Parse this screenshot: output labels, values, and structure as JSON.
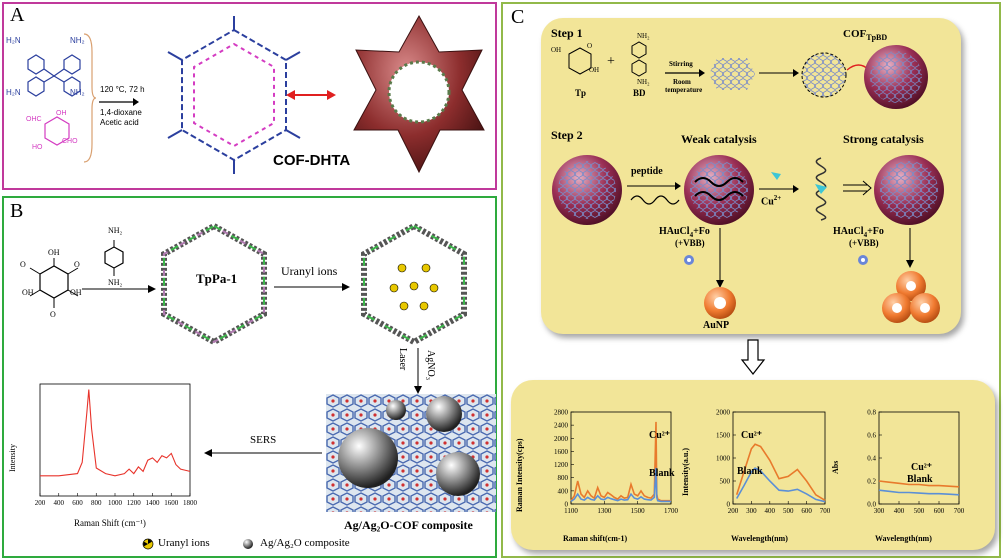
{
  "panel_a": {
    "label": "A",
    "conditions": [
      "120 °C, 72 h",
      "1,4-dioxane",
      "Acetic acid"
    ],
    "product": "COF-DHTA",
    "amine_label": "H₂N",
    "nh2": "NH₂",
    "aldehyde_oh": "HO",
    "aldehyde_cho": "OHC",
    "aldehyde_cho2": "CHO",
    "aldehyde_oh2": "OH"
  },
  "panel_b": {
    "label": "B",
    "tp_labels": [
      "OH",
      "OH",
      "OH",
      "O",
      "O",
      "O"
    ],
    "pa_labels": [
      "NH₂",
      "NH₂"
    ],
    "cof_name": "TpPa-1",
    "uranyl_step": "Uranyl ions",
    "agno3": "AgNO₃",
    "laser": "Laser",
    "sers": "SERS",
    "composite_name": "Ag/Ag₂O-COF composite",
    "legend_uranyl": "Uranyl ions",
    "legend_ag": "Ag/Ag₂O composite",
    "chart_data": {
      "type": "line",
      "xlabel": "Raman Shift  (cm⁻¹)",
      "ylabel": "Intensity",
      "x_ticks": [
        "200",
        "400",
        "600",
        "800",
        "1000",
        "1200",
        "1400",
        "1600",
        "1800"
      ],
      "xlim": [
        200,
        1800
      ],
      "series": [
        {
          "x": [
            200,
            400,
            600,
            650,
            700,
            720,
            750,
            800,
            900,
            1000,
            1100,
            1150,
            1200,
            1250,
            1300,
            1350,
            1400,
            1450,
            1500,
            1550,
            1600,
            1650,
            1700,
            1800
          ],
          "y": [
            0.18,
            0.18,
            0.2,
            0.3,
            0.75,
            0.95,
            0.6,
            0.25,
            0.2,
            0.18,
            0.2,
            0.24,
            0.2,
            0.26,
            0.22,
            0.32,
            0.34,
            0.3,
            0.36,
            0.34,
            0.38,
            0.28,
            0.24,
            0.22
          ]
        }
      ],
      "color": "#e8332b"
    }
  },
  "panel_c": {
    "label": "C",
    "step1": "Step 1",
    "step2": "Step 2",
    "tp": "Tp",
    "bd": "BD",
    "plus": "+",
    "stirring": "Stirring",
    "room": "Room",
    "temperature": "temperature",
    "cof_tpbd": "COF",
    "cof_sub": "TpBD",
    "weak": "Weak catalysis",
    "strong": "Strong catalysis",
    "peptide": "peptide",
    "cu": "Cu",
    "cu_sup": "2+",
    "haucl4": "HAuCl",
    "haucl4_rest": "+Fo",
    "four": "4",
    "vbb": "(+VBB)",
    "aunp": "AuNP",
    "oh": "OH",
    "o": "O",
    "nh2": "NH₂",
    "charts": [
      {
        "type": "line",
        "ylabel": "Raman Intensity(cps)",
        "xlabel": "Raman shift(cm-1)",
        "y_ticks": [
          "0",
          "400",
          "800",
          "1200",
          "1600",
          "2000",
          "2400",
          "2800"
        ],
        "x_ticks": [
          "1100",
          "1300",
          "1500",
          "1700"
        ],
        "ylim": [
          0,
          2800
        ],
        "xlim": [
          1100,
          1700
        ],
        "labels": [
          "Cu²⁺",
          "Blank"
        ],
        "series": [
          {
            "name": "Cu²⁺",
            "color": "#e87a2c",
            "x": [
              1100,
              1120,
              1140,
              1160,
              1180,
              1200,
              1220,
              1240,
              1260,
              1280,
              1300,
              1320,
              1340,
              1360,
              1380,
              1400,
              1420,
              1440,
              1460,
              1480,
              1500,
              1520,
              1540,
              1560,
              1580,
              1600,
              1610,
              1615,
              1620,
              1640,
              1660,
              1680,
              1700
            ],
            "y": [
              100,
              250,
              700,
              300,
              200,
              400,
              250,
              180,
              500,
              250,
              200,
              350,
              280,
              200,
              150,
              250,
              180,
              200,
              600,
              300,
              250,
              400,
              250,
              200,
              180,
              300,
              2500,
              300,
              150,
              100,
              100,
              100,
              100
            ]
          },
          {
            "name": "Blank",
            "color": "#5b8fd6",
            "x": [
              1100,
              1120,
              1140,
              1160,
              1180,
              1200,
              1220,
              1240,
              1260,
              1280,
              1300,
              1320,
              1340,
              1360,
              1380,
              1400,
              1420,
              1440,
              1460,
              1480,
              1500,
              1520,
              1540,
              1560,
              1580,
              1600,
              1610,
              1615,
              1620,
              1640,
              1660,
              1680,
              1700
            ],
            "y": [
              80,
              150,
              300,
              150,
              120,
              200,
              140,
              120,
              250,
              150,
              130,
              200,
              160,
              130,
              100,
              150,
              120,
              130,
              300,
              180,
              150,
              220,
              150,
              130,
              120,
              200,
              1100,
              200,
              100,
              80,
              80,
              80,
              80
            ]
          }
        ]
      },
      {
        "type": "line",
        "ylabel": "Intensity(a.u.)",
        "xlabel": "Wavelength(nm)",
        "y_ticks": [
          "0",
          "500",
          "1000",
          "1500",
          "2000"
        ],
        "x_ticks": [
          "200",
          "300",
          "400",
          "500",
          "600",
          "700"
        ],
        "ylim": [
          0,
          2000
        ],
        "xlim": [
          200,
          700
        ],
        "labels": [
          "Cu²⁺",
          "Blank"
        ],
        "series": [
          {
            "name": "Cu²⁺",
            "color": "#e87a2c",
            "x": [
              220,
              260,
              300,
              320,
              350,
              400,
              450,
              500,
              550,
              600,
              650,
              700
            ],
            "y": [
              200,
              700,
              1200,
              1300,
              1250,
              950,
              550,
              600,
              750,
              500,
              200,
              80
            ]
          },
          {
            "name": "Blank",
            "color": "#5b8fd6",
            "x": [
              220,
              260,
              300,
              320,
              350,
              400,
              450,
              500,
              550,
              600,
              650,
              700
            ],
            "y": [
              120,
              400,
              700,
              780,
              720,
              500,
              300,
              280,
              320,
              220,
              100,
              50
            ]
          }
        ]
      },
      {
        "type": "line",
        "ylabel": "Abs",
        "xlabel": "Wavelength(nm)",
        "y_ticks": [
          "0.0",
          "0.2",
          "0.4",
          "0.6",
          "0.8"
        ],
        "x_ticks": [
          "300",
          "400",
          "500",
          "600",
          "700"
        ],
        "ylim": [
          0,
          0.8
        ],
        "xlim": [
          300,
          700
        ],
        "labels": [
          "Cu²⁺",
          "Blank"
        ],
        "series": [
          {
            "name": "Cu²⁺",
            "color": "#e87a2c",
            "x": [
              300,
              350,
              400,
              450,
              500,
              550,
              600,
              650,
              700
            ],
            "y": [
              0.2,
              0.19,
              0.18,
              0.17,
              0.17,
              0.16,
              0.16,
              0.155,
              0.15
            ]
          },
          {
            "name": "Blank",
            "color": "#5b8fd6",
            "x": [
              300,
              350,
              400,
              450,
              500,
              550,
              600,
              650,
              700
            ],
            "y": [
              0.12,
              0.11,
              0.1,
              0.1,
              0.095,
              0.09,
              0.09,
              0.085,
              0.08
            ]
          }
        ]
      }
    ]
  }
}
